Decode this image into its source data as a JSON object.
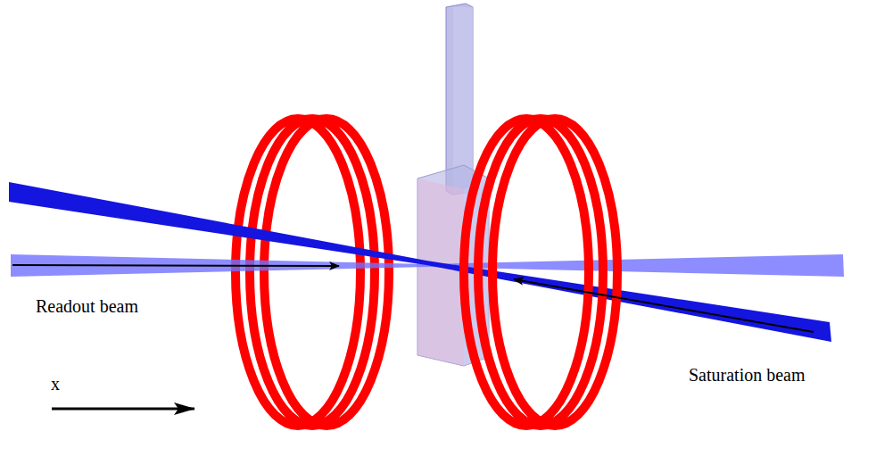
{
  "diagram": {
    "labels": [
      "Readout beam",
      "Saturation beam",
      "x"
    ]
  }
}
